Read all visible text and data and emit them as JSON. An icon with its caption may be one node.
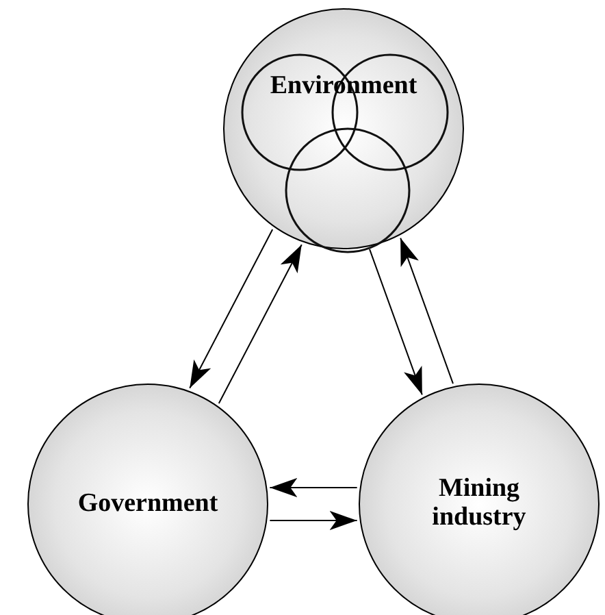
{
  "diagram": {
    "nodes": [
      {
        "text": [
          "Environment"
        ]
      },
      {
        "text": [
          "Government"
        ]
      },
      {
        "text": [
          "Mining industry"
        ]
      }
    ],
    "edges": [
      {
        "from": 1,
        "to": 0,
        "arrow": "to"
      },
      {
        "from": 0,
        "to": 1,
        "arrow": "to"
      },
      {
        "from": 0,
        "to": 2,
        "arrow": "to"
      },
      {
        "from": 2,
        "to": 0,
        "arrow": "to"
      },
      {
        "from": 2,
        "to": 1,
        "arrow": "to"
      },
      {
        "from": 1,
        "to": 2,
        "arrow": "to"
      }
    ]
  }
}
